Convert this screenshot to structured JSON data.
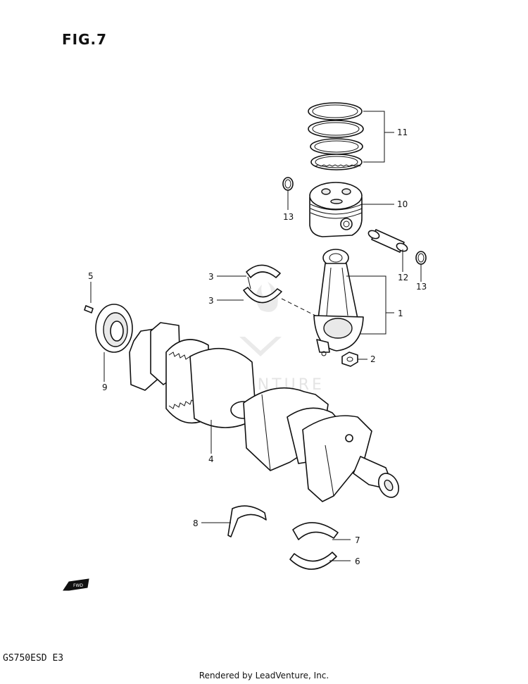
{
  "figure": {
    "title": "FIG.7",
    "model_code": "GS750ESD E3"
  },
  "footer": {
    "credit": "Rendered by LeadVenture, Inc."
  },
  "watermark": {
    "text": "LEADVENTURE",
    "color": "#cfcfcf"
  },
  "fwd_badge": {
    "text": "FWD"
  },
  "callouts": {
    "c1": "1",
    "c2": "2",
    "c3a": "3",
    "c3b": "3",
    "c4": "4",
    "c5": "5",
    "c6": "6",
    "c7": "7",
    "c8": "8",
    "c9": "9",
    "c10": "10",
    "c11": "11",
    "c12": "12",
    "c13a": "13",
    "c13b": "13"
  }
}
